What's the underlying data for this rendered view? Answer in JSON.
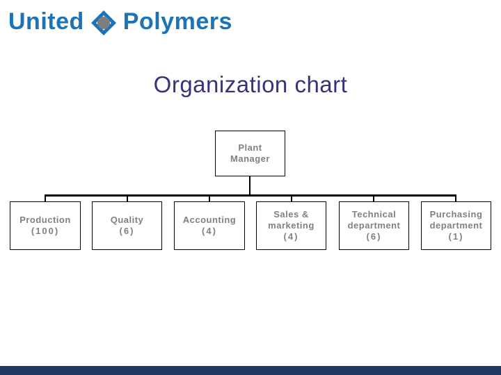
{
  "colors": {
    "background": "#FFFFFF",
    "logo-blue": "#1B74B8",
    "logo-icon-gray": "#7E7E7E",
    "title-color": "#34347C",
    "box-border": "#000000",
    "box-text": "#808080",
    "line-color": "#000000",
    "footer-bar": "#1F3864"
  },
  "logo": {
    "word1": "United",
    "word2": "Polymers",
    "icon": "diamond-icon"
  },
  "title": {
    "text": "Organization chart"
  },
  "org_chart": {
    "root": {
      "name": "Plant Manager",
      "lines": [
        "Plant",
        "Manager"
      ]
    },
    "departments": [
      {
        "name": "Production",
        "headcount": 100,
        "lines": [
          "Production",
          "(100)"
        ]
      },
      {
        "name": "Quality",
        "headcount": 6,
        "lines": [
          "Quality",
          "(6)"
        ]
      },
      {
        "name": "Accounting",
        "headcount": 4,
        "lines": [
          "Accounting",
          "(4)"
        ]
      },
      {
        "name": "Sales & marketing",
        "headcount": 4,
        "lines": [
          "Sales &",
          "marketing",
          "(4)"
        ]
      },
      {
        "name": "Technical department",
        "headcount": 6,
        "lines": [
          "Technical",
          "department",
          "(6)"
        ]
      },
      {
        "name": "Purchasing department",
        "headcount": 1,
        "lines": [
          "Purchasing",
          "department",
          "(1)"
        ]
      }
    ]
  }
}
